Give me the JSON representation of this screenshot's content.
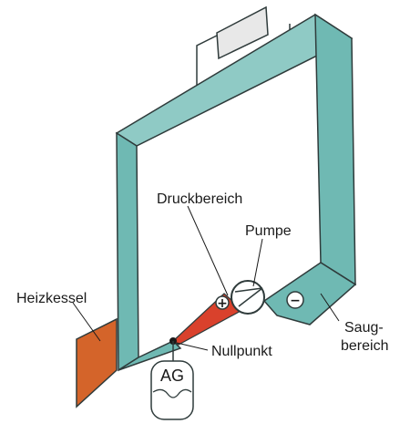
{
  "labels": {
    "heizkessel": "Heizkessel",
    "druckbereich": "Druckbereich",
    "pumpe": "Pumpe",
    "nullpunkt": "Nullpunkt",
    "saug_line1": "Saug-",
    "saug_line2": "bereich",
    "ag": "AG"
  },
  "symbols": {
    "plus": "+",
    "minus": "−"
  },
  "colors": {
    "pipe_face": "#6fb9b3",
    "pipe_top": "#8fcac5",
    "pipe_stroke": "#2f3b3b",
    "boiler": "#d4642a",
    "pressure_zone": "#d9412c",
    "tank_fill": "#ffffff",
    "radiator_fill": "#e8e8e8"
  },
  "icons": {
    "pump": "pump-circle-icon",
    "boiler": "boiler-plate-icon",
    "expansion_vessel": "expansion-vessel-icon",
    "radiator": "radiator-icon"
  }
}
